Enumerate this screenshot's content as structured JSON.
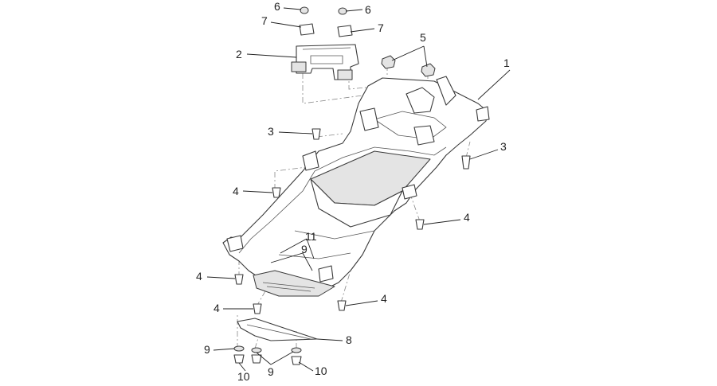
{
  "callouts": [
    "1",
    "2",
    "3",
    "3",
    "4",
    "4",
    "4",
    "4",
    "4",
    "5",
    "6",
    "6",
    "7",
    "7",
    "8",
    "9",
    "9",
    "9",
    "10",
    "10",
    "11"
  ]
}
